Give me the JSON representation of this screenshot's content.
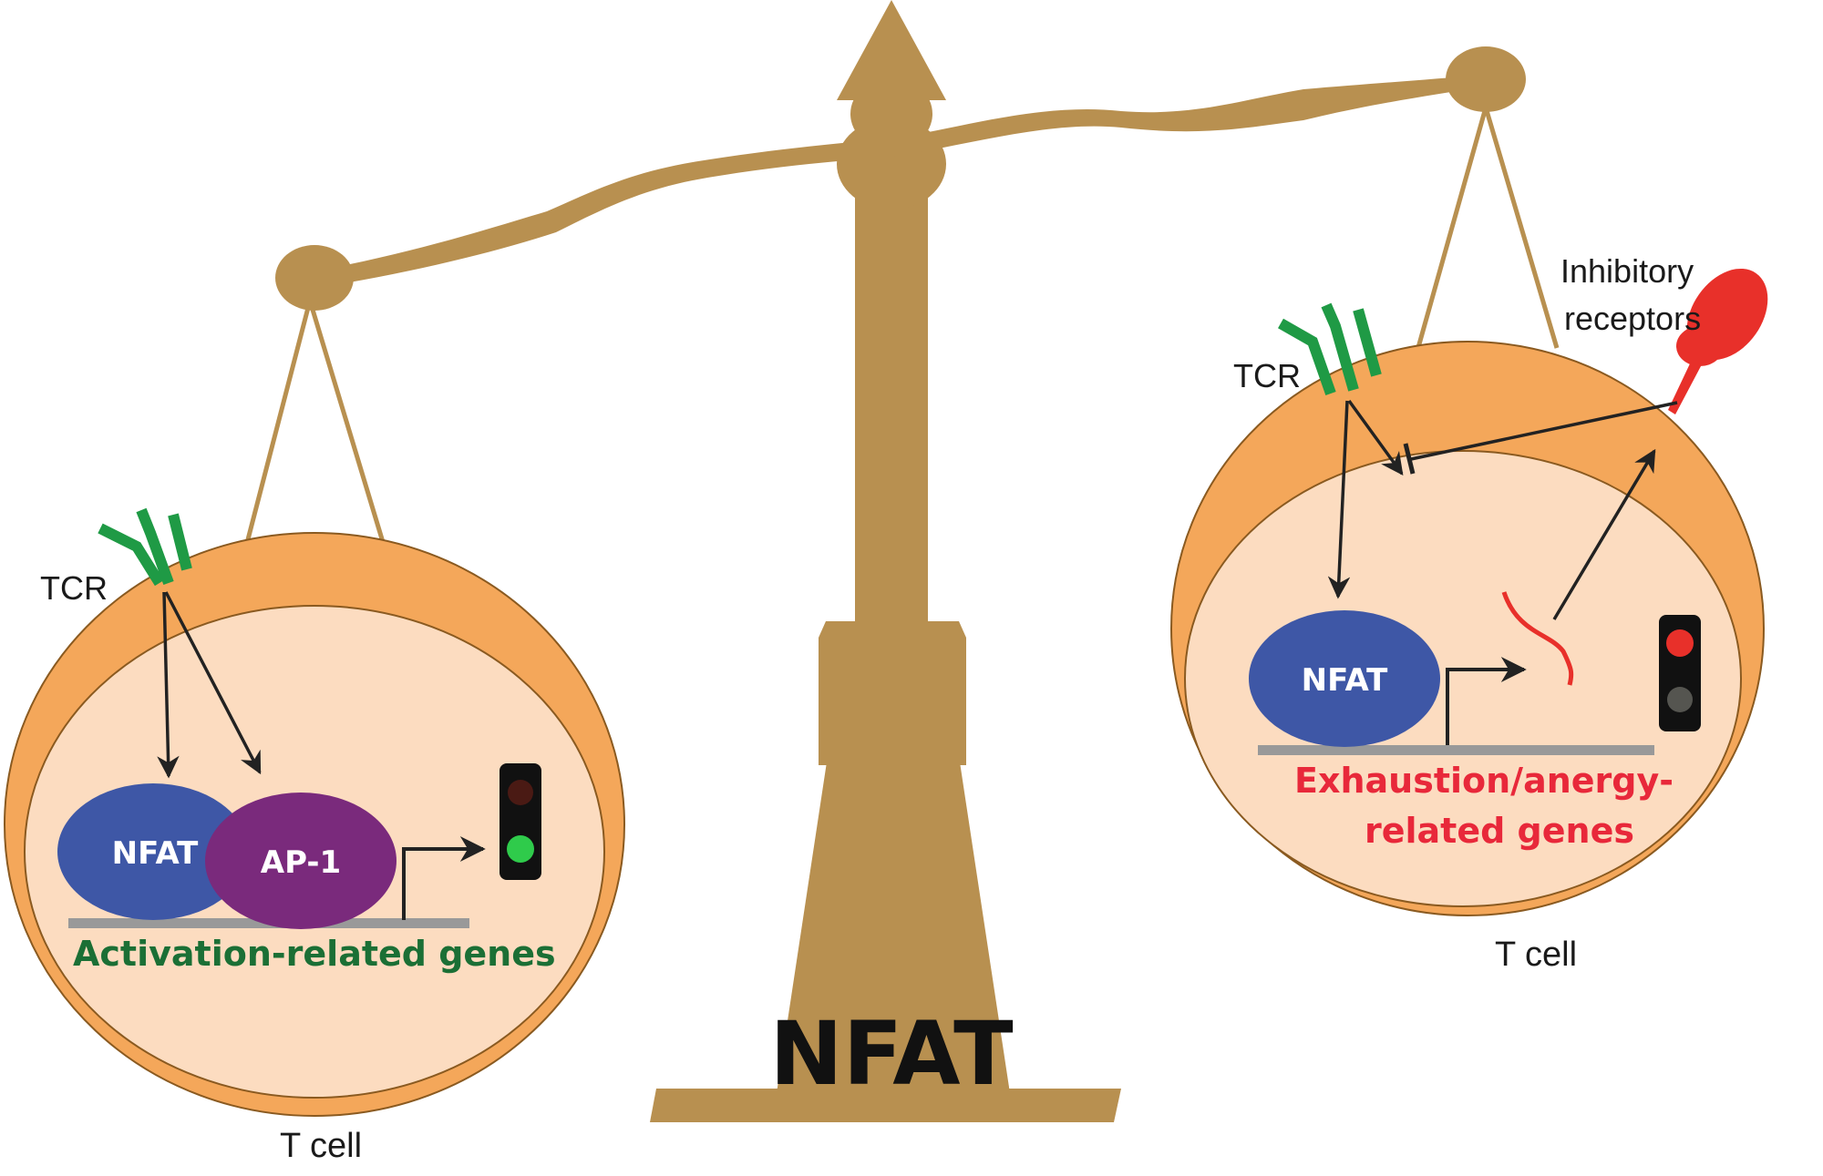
{
  "center_label": "NFAT",
  "left_cell": {
    "tcr_label": "TCR",
    "nfat_label": "NFAT",
    "ap1_label": "AP-1",
    "genes_label": "Activation-related genes",
    "cell_label": "T cell",
    "traffic_light_state": "green"
  },
  "right_cell": {
    "tcr_label": "TCR",
    "inhibitory_label_line1": "Inhibitory",
    "inhibitory_label_line2": "receptors",
    "nfat_label": "NFAT",
    "genes_label_line1": "Exhaustion/anergy-",
    "genes_label_line2": "related genes",
    "cell_label": "T cell",
    "traffic_light_state": "red"
  },
  "colors": {
    "scale": "#B89050",
    "cell_outer": "#F4A75A",
    "cell_inner": "#FCDCC0",
    "tcr_green": "#1F9A45",
    "nfat_blue": "#3E57A6",
    "ap1_purple": "#7A2A7C",
    "activation_text": "#1B6F35",
    "exhaustion_text": "#E8283A",
    "inhibitory_red": "#E8302A",
    "dna_gray": "#999999"
  }
}
